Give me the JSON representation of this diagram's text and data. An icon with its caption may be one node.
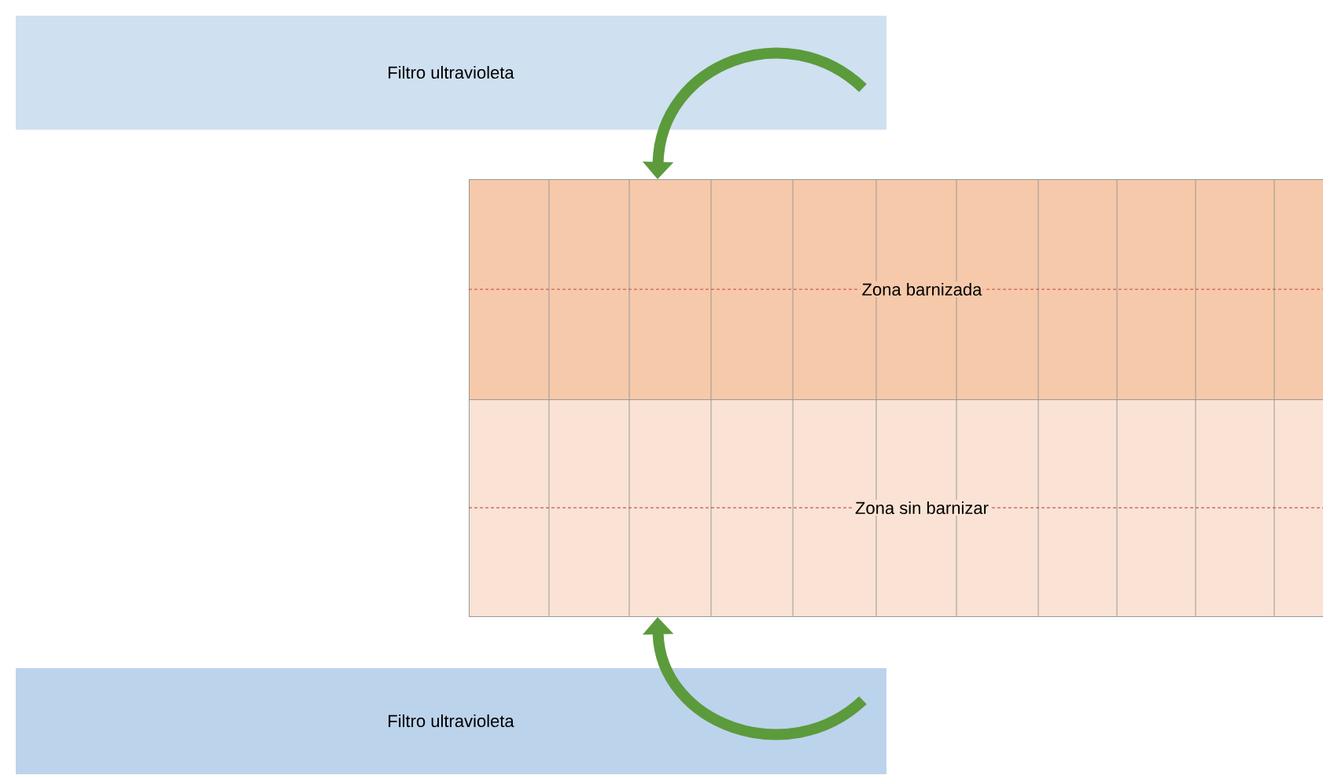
{
  "diagram": {
    "nodes": [
      {
        "text": [
          "Filtro ultravioleta"
        ]
      },
      {
        "text": [
          "Zona barnizada"
        ]
      },
      {
        "text": [
          "Zona sin barnizar"
        ]
      },
      {
        "text": [
          "Filtro ultravioleta"
        ]
      }
    ],
    "edges": [
      {
        "from": 0,
        "to": 1,
        "arrow": "to",
        "color": "#5b9b3c"
      },
      {
        "from": 3,
        "to": 2,
        "arrow": "to",
        "color": "#5b9b3c"
      }
    ]
  }
}
